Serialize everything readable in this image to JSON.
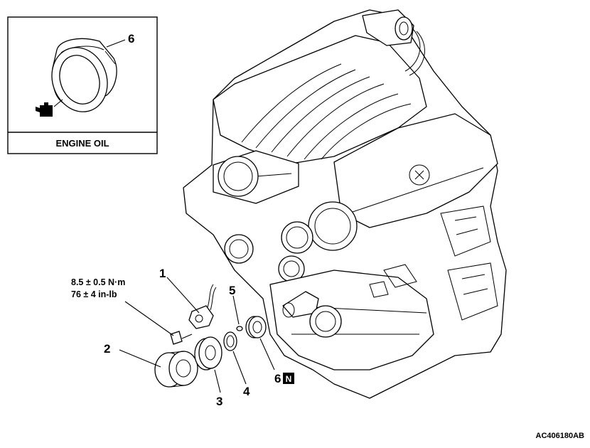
{
  "inset": {
    "part_number": "6",
    "lubricant_label": "ENGINE OIL",
    "icon": "oil-can-icon"
  },
  "callouts": [
    {
      "id": "1",
      "text": "1"
    },
    {
      "id": "2",
      "text": "2"
    },
    {
      "id": "3",
      "text": "3"
    },
    {
      "id": "4",
      "text": "4"
    },
    {
      "id": "5",
      "text": "5"
    },
    {
      "id": "6",
      "text": "6"
    }
  ],
  "torque": {
    "line1": "8.5 ± 0.5 N·m",
    "line2": "76 ± 4 in-lb"
  },
  "new_part_mark": "N",
  "figure_code": "AC406180AB"
}
